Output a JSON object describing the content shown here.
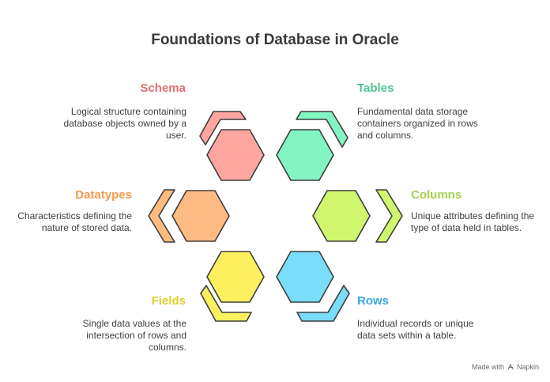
{
  "title": "Foundations of Database in Oracle",
  "items": [
    {
      "key": "schema",
      "label": "Schema",
      "color": "#e27070",
      "fill": "#ffa6a0",
      "description_lines": [
        "Logical structure containing",
        "database objects owned by a",
        "user."
      ]
    },
    {
      "key": "tables",
      "label": "Tables",
      "color": "#4fc493",
      "fill": "#82f5c3",
      "description_lines": [
        "Fundamental data storage",
        "containers organized in rows",
        "and columns."
      ]
    },
    {
      "key": "datatypes",
      "label": "Datatypes",
      "color": "#f29a4c",
      "fill": "#ffbb82",
      "description_lines": [
        "Characteristics defining the",
        "nature of stored data."
      ]
    },
    {
      "key": "columns",
      "label": "Columns",
      "color": "#a6d24f",
      "fill": "#d0f56e",
      "description_lines": [
        "Unique attributes defining the",
        "type of data held in tables."
      ]
    },
    {
      "key": "fields",
      "label": "Fields",
      "color": "#e2cc2a",
      "fill": "#fcf05e",
      "description_lines": [
        "Single data values at the",
        "intersection of rows and",
        "columns."
      ]
    },
    {
      "key": "rows",
      "label": "Rows",
      "color": "#3aa6e2",
      "fill": "#78dcfa",
      "description_lines": [
        "Individual records or unique",
        "data sets within a table."
      ]
    }
  ],
  "footer": {
    "made_with": "Made with",
    "brand": "Napkin",
    "icon": "napkin-logo-icon"
  },
  "stroke_color": "#3d3d3d"
}
